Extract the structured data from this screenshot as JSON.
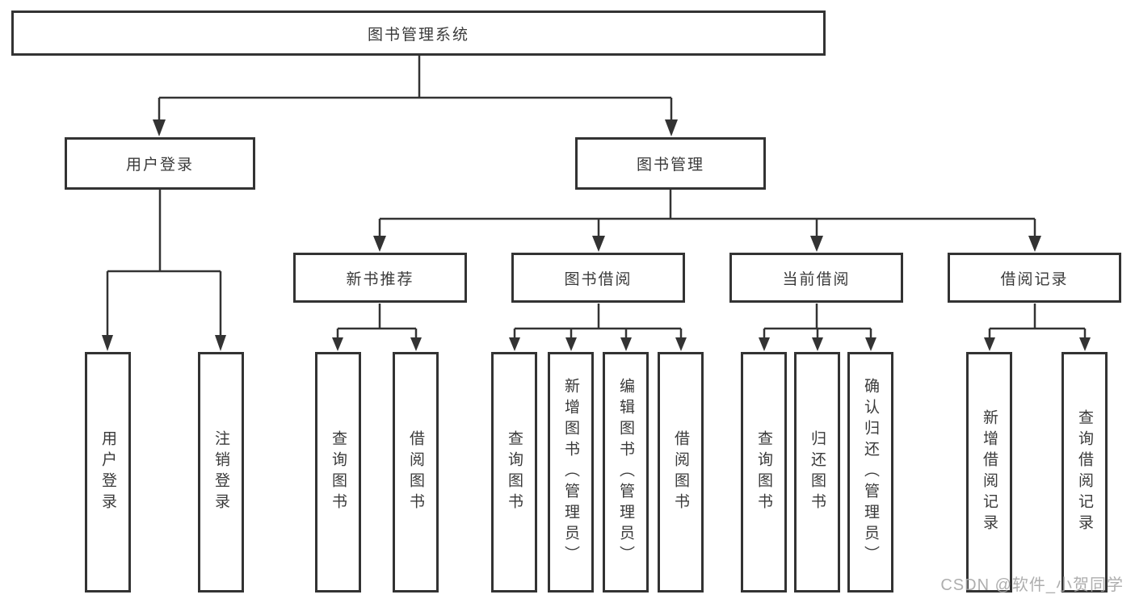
{
  "colors": {
    "line": "#333333",
    "node_border": "#333333",
    "text": "#3a3a3a",
    "watermark": "#a5a5a5"
  },
  "watermark": {
    "text": "CSDN @软件_小贺同学"
  },
  "tree": {
    "label": "图书管理系统",
    "children": [
      {
        "label": "用户登录",
        "children": [
          {
            "label": "用户登录"
          },
          {
            "label": "注销登录"
          }
        ]
      },
      {
        "label": "图书管理",
        "children": [
          {
            "label": "新书推荐",
            "children": [
              {
                "label": "查询图书"
              },
              {
                "label": "借阅图书"
              }
            ]
          },
          {
            "label": "图书借阅",
            "children": [
              {
                "label": "查询图书"
              },
              {
                "label": "新增图书（管理员）"
              },
              {
                "label": "编辑图书（管理员）"
              },
              {
                "label": "借阅图书"
              }
            ]
          },
          {
            "label": "当前借阅",
            "children": [
              {
                "label": "查询图书"
              },
              {
                "label": "归还图书"
              },
              {
                "label": "确认归还（管理员）"
              }
            ]
          },
          {
            "label": "借阅记录",
            "children": [
              {
                "label": "新增借阅记录"
              },
              {
                "label": "查询借阅记录"
              }
            ]
          }
        ]
      }
    ]
  }
}
